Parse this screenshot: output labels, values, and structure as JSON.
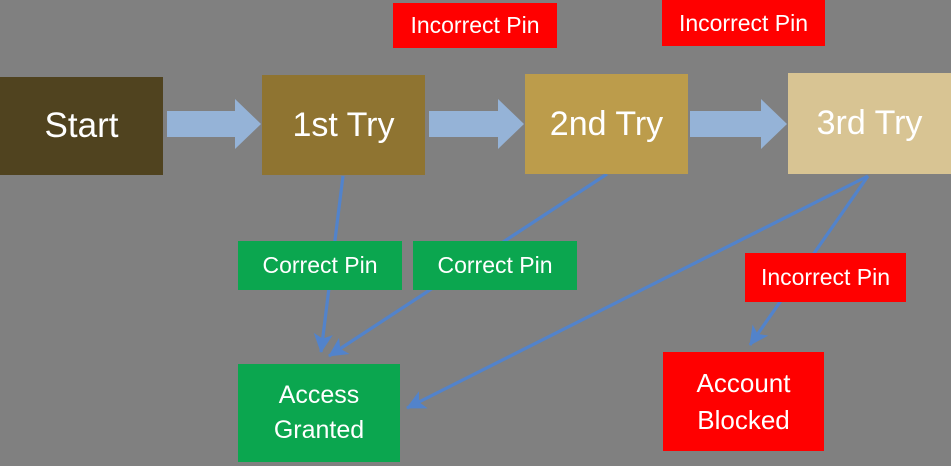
{
  "diagram": {
    "type": "flowchart",
    "topic": "PIN entry attempts flow",
    "colors": {
      "background": "#808080",
      "thick_arrow": "#95B3D7",
      "thin_arrow": "#5283CB",
      "text": "#FFFFFF",
      "incorrect": "#FF0000",
      "correct": "#0BA64F"
    },
    "nodes": [
      {
        "id": "start",
        "label": "Start",
        "color": "#50431F",
        "text_color": "#FFFFFF"
      },
      {
        "id": "try1",
        "label": "1st Try",
        "color": "#8F7431",
        "text_color": "#FFFFFF"
      },
      {
        "id": "try2",
        "label": "2nd Try",
        "color": "#BC9C4B",
        "text_color": "#FFFFFF"
      },
      {
        "id": "try3",
        "label": "3rd Try",
        "color": "#D8C493",
        "text_color": "#FFFFFF"
      },
      {
        "id": "access-granted",
        "label": "Access Granted",
        "color": "#0BA64F",
        "text_color": "#FFFFFF"
      },
      {
        "id": "account-blocked",
        "label": "Account Blocked",
        "color": "#FF0000",
        "text_color": "#FFFFFF"
      }
    ],
    "edges": [
      {
        "from": "start",
        "to": "try1",
        "style": "block-arrow",
        "label": ""
      },
      {
        "from": "try1",
        "to": "try2",
        "style": "block-arrow",
        "label": "Incorrect Pin",
        "label_color": "#FF0000"
      },
      {
        "from": "try2",
        "to": "try3",
        "style": "block-arrow",
        "label": "Incorrect Pin",
        "label_color": "#FF0000"
      },
      {
        "from": "try1",
        "to": "access-granted",
        "style": "line-arrow",
        "label": "Correct Pin",
        "label_color": "#0BA64F"
      },
      {
        "from": "try2",
        "to": "access-granted",
        "style": "line-arrow",
        "label": "Correct Pin",
        "label_color": "#0BA64F"
      },
      {
        "from": "try3",
        "to": "access-granted",
        "style": "line-arrow",
        "label": ""
      },
      {
        "from": "try3",
        "to": "account-blocked",
        "style": "line-arrow",
        "label": "Incorrect Pin",
        "label_color": "#FF0000"
      }
    ]
  }
}
